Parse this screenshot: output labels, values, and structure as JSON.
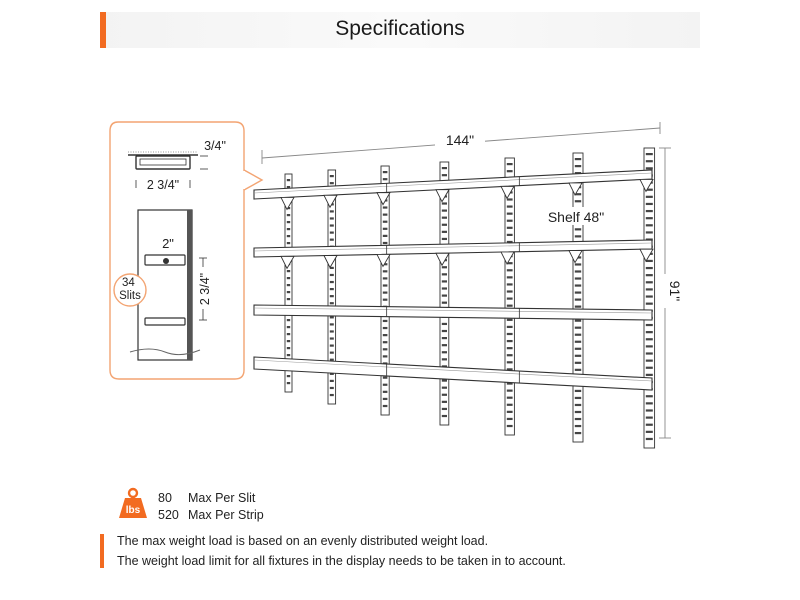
{
  "header": {
    "title": "Specifications"
  },
  "dimensions": {
    "total_width": "144\"",
    "total_height": "91\"",
    "shelf_length": "Shelf 48\"",
    "strip_depth": "3/4\"",
    "strip_width": "2 3/4\"",
    "slit_width": "2\"",
    "slit_spacing": "2 3/4\"",
    "slit_count": "34\nSlits"
  },
  "load": {
    "icon_label": "lbs",
    "per_slit_value": "80",
    "per_slit_label": "Max Per Slit",
    "per_strip_value": "520",
    "per_strip_label": "Max Per Strip"
  },
  "notes": [
    "The max weight load is based on an evenly distributed weight load.",
    "The weight load limit for all fixtures in the display needs to be taken in to account."
  ],
  "colors": {
    "accent": "#f26b21",
    "line": "#333333"
  }
}
